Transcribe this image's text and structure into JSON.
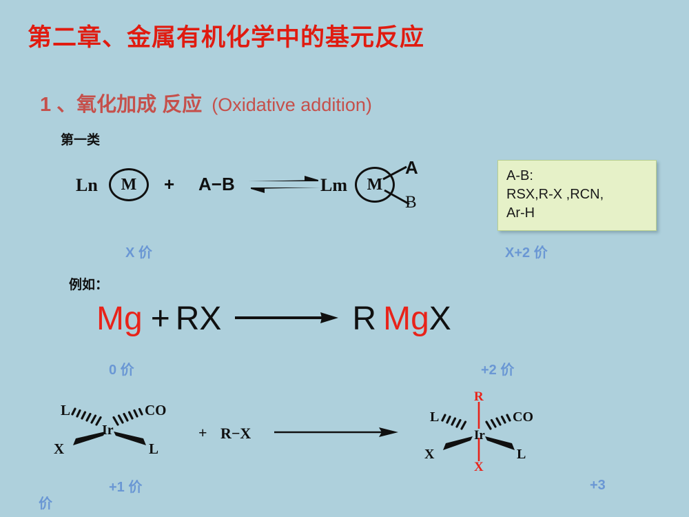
{
  "slide": {
    "background_color": "#aed0dc",
    "title": "第二章、金属有机化学中的基元反应",
    "title_color": "#e01b10",
    "subtitle_cn": "1 、氧化加成 反应",
    "subtitle_en": "(Oxidative addition)",
    "subtitle_color": "#c5504b"
  },
  "sections": {
    "first_class_label": "第一类",
    "example_label": "例如："
  },
  "equation_general": {
    "ln_label": "Ln",
    "metal_label": "M",
    "plus_sign": "+",
    "reagent": "A−B",
    "arrow": "equilibrium-arrow",
    "lm_label": "Lm",
    "metal_label_product": "M",
    "branch_a": "A",
    "branch_b": "B"
  },
  "callout": {
    "line1": "A-B:",
    "line2": "RSX,R-X ,RCN,",
    "line3": "Ar-H",
    "background_color": "#e6f1c8",
    "border_color": "#b9cf8e"
  },
  "valence": {
    "left_general": "X 价",
    "right_general": "X+2 价",
    "left_grignard": "0 价",
    "right_grignard": "+2 价",
    "left_vaska": "+1 价",
    "right_vaska": "+3",
    "right_vaska_wrap": "价",
    "color": "#6a97d4"
  },
  "equation_grignard": {
    "reactant_metal": "Mg",
    "plus_sign": "+",
    "reactant_halide": "RX",
    "product_r": "R",
    "product_metal": "Mg",
    "product_x": "X",
    "accent_color": "#e8231a"
  },
  "equation_vaska": {
    "plus_sign": "+",
    "reagent": "R−X",
    "reactant": {
      "metal": "Ir",
      "ligand_top_left": "L",
      "ligand_top_right": "CO",
      "ligand_bottom_left": "X",
      "ligand_bottom_right": "L"
    },
    "product": {
      "metal": "Ir",
      "ligand_top_left": "L",
      "ligand_top_right": "CO",
      "ligand_bottom_left": "X",
      "ligand_bottom_right": "L",
      "ligand_axial_top": "R",
      "ligand_axial_bottom": "X",
      "axial_color": "#e8231a"
    }
  }
}
